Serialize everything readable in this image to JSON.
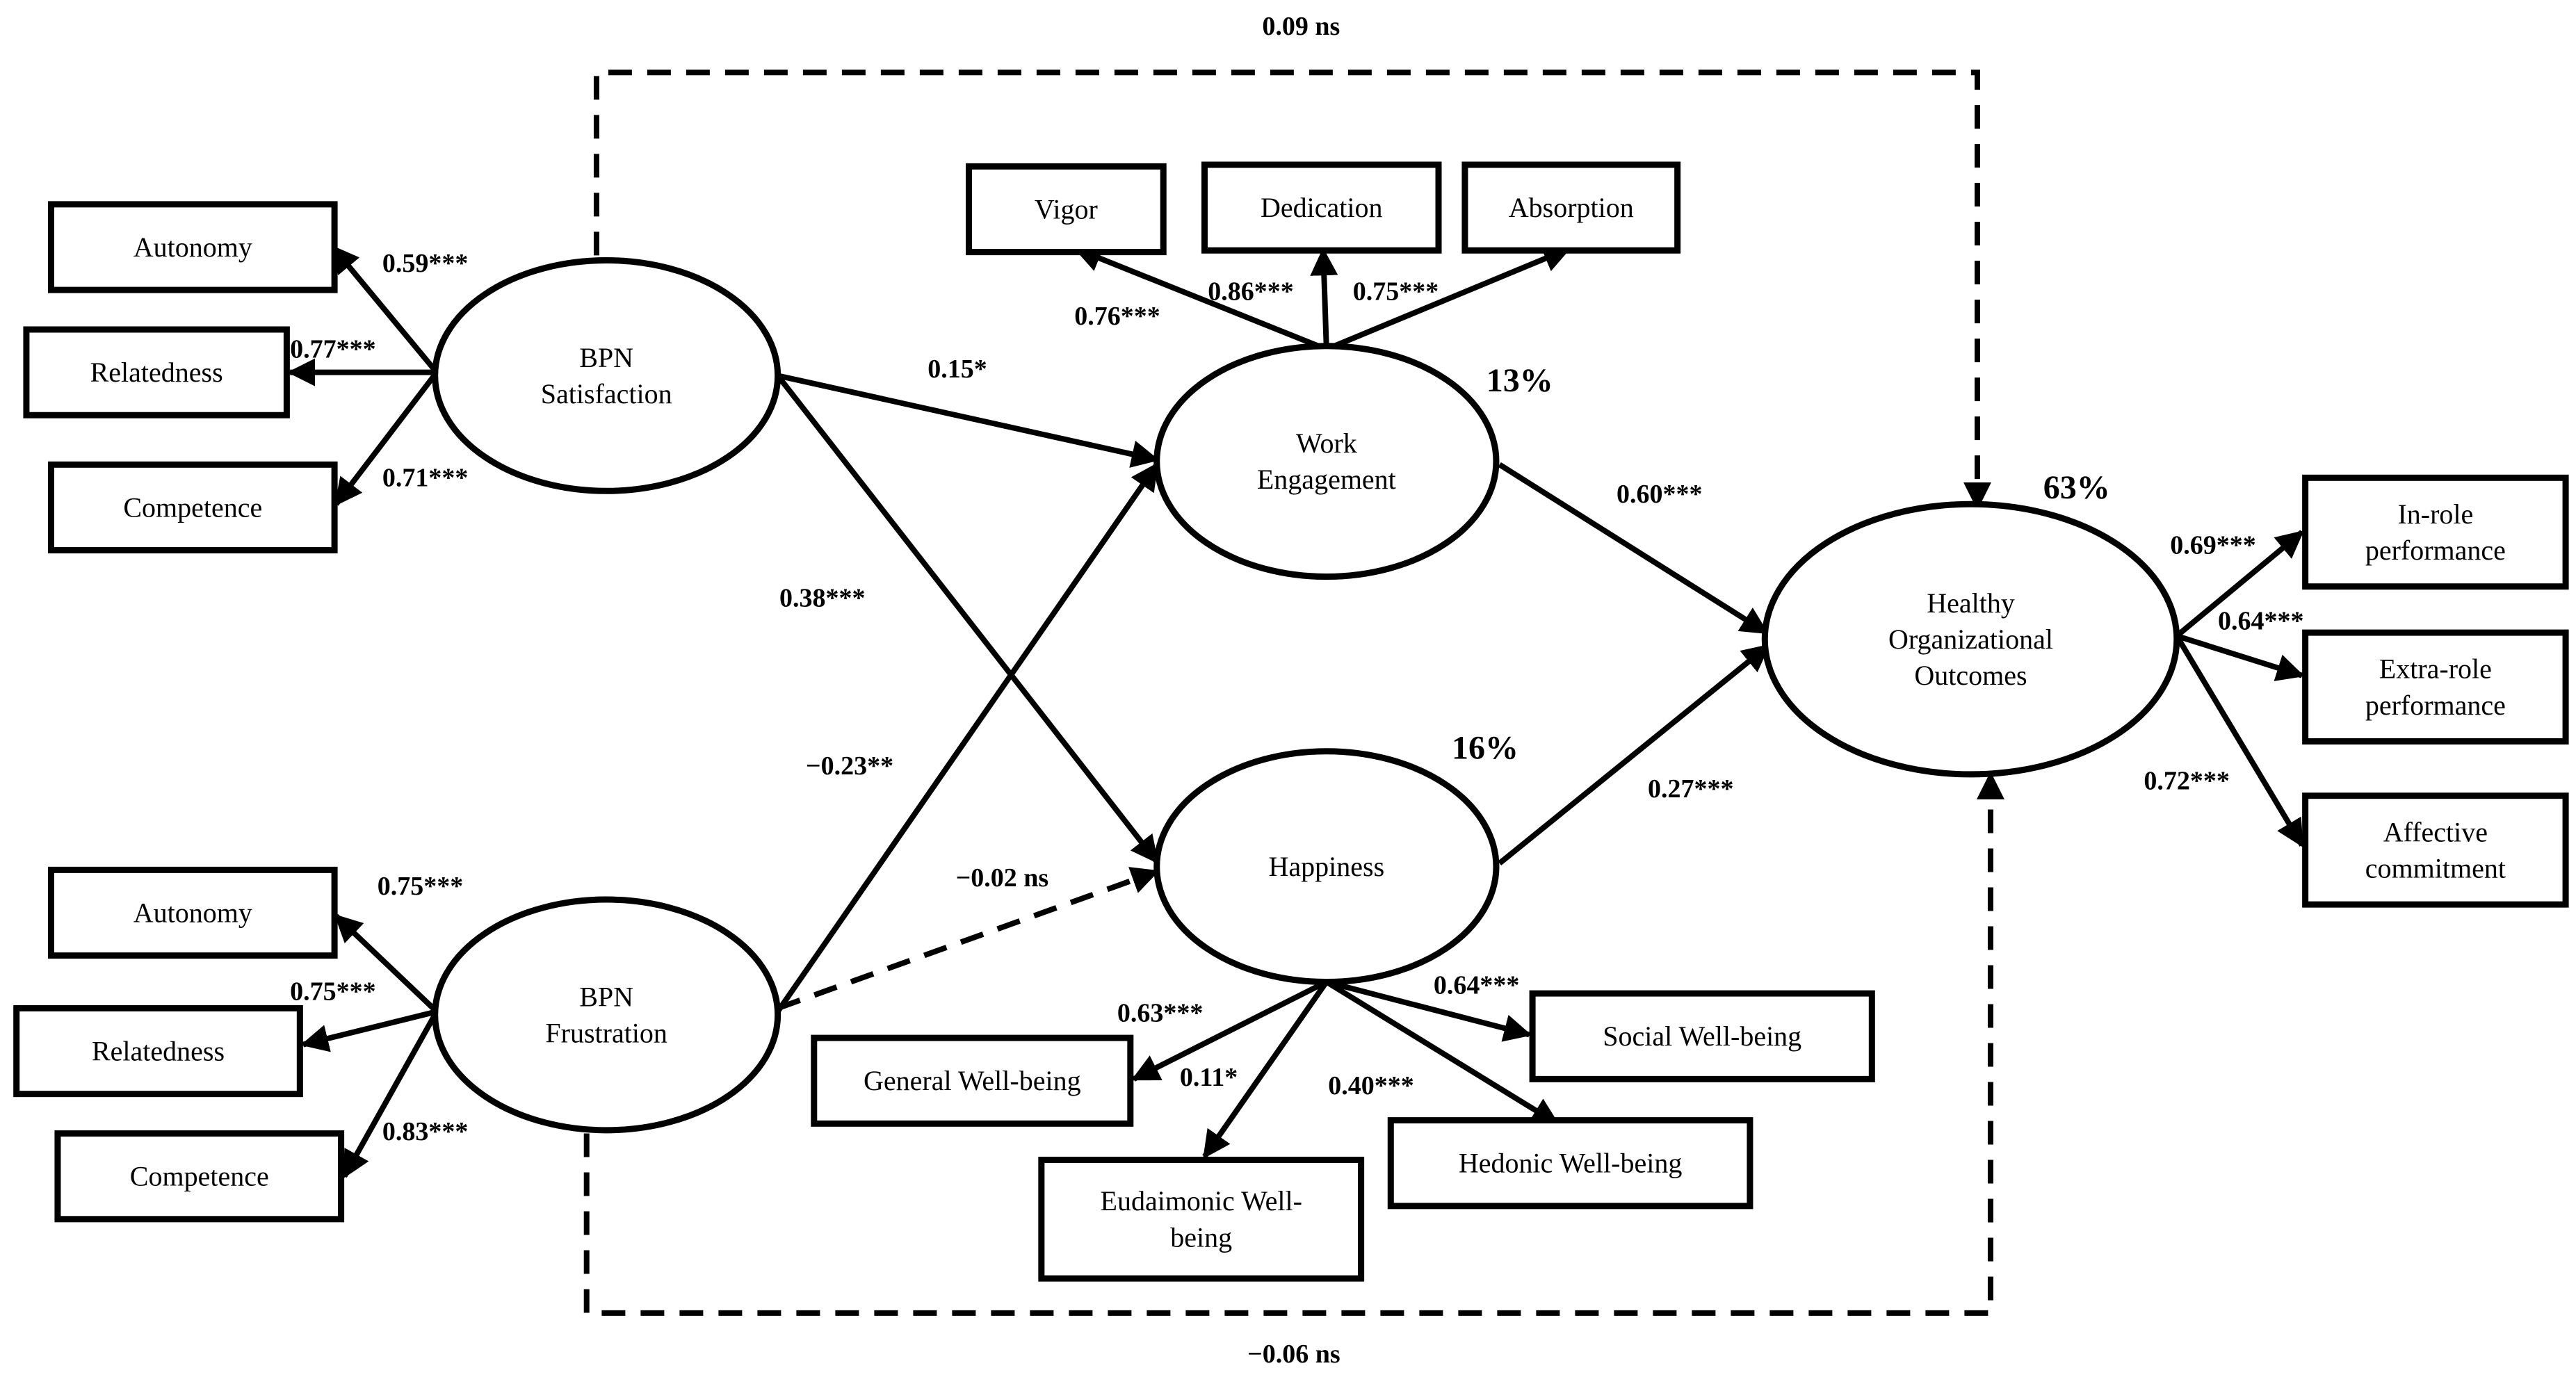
{
  "constructs": {
    "bpn_satisfaction": [
      "BPN",
      "Satisfaction"
    ],
    "bpn_frustration": [
      "BPN",
      "Frustration"
    ],
    "work_engagement": [
      "Work",
      "Engagement"
    ],
    "happiness": [
      "Happiness"
    ],
    "healthy_outcomes": [
      "Healthy",
      "Organizational",
      "Outcomes"
    ]
  },
  "indicators": {
    "sat_autonomy": [
      "Autonomy"
    ],
    "sat_relatedness": [
      "Relatedness"
    ],
    "sat_competence": [
      "Competence"
    ],
    "fru_autonomy": [
      "Autonomy"
    ],
    "fru_relatedness": [
      "Relatedness"
    ],
    "fru_competence": [
      "Competence"
    ],
    "vigor": [
      "Vigor"
    ],
    "dedication": [
      "Dedication"
    ],
    "absorption": [
      "Absorption"
    ],
    "general_wb": [
      "General Well-being"
    ],
    "eudaimonic_wb": [
      "Eudaimonic Well-",
      "being"
    ],
    "hedonic_wb": [
      "Hedonic Well-being"
    ],
    "social_wb": [
      "Social Well-being"
    ],
    "in_role": [
      "In-role",
      "performance"
    ],
    "extra_role": [
      "Extra-role",
      "performance"
    ],
    "affective": [
      "Affective",
      "commitment"
    ]
  },
  "coefficients": {
    "sat_autonomy": "0.59***",
    "sat_relatedness": "0.77***",
    "sat_competence": "0.71***",
    "fru_autonomy": "0.75***",
    "fru_relatedness": "0.75***",
    "fru_competence": "0.83***",
    "vigor": "0.76***",
    "dedication": "0.86***",
    "absorption": "0.75***",
    "general_wb": "0.63***",
    "eudaimonic_wb": "0.11*",
    "hedonic_wb": "0.40***",
    "social_wb": "0.64***",
    "in_role": "0.69***",
    "extra_role": "0.64***",
    "affective": "0.72***",
    "sat_to_engagement": "0.15*",
    "sat_to_happiness": "0.38***",
    "fru_to_engagement": "−0.23**",
    "fru_to_happiness": "−0.02 ns",
    "engagement_to_outcomes": "0.60***",
    "happiness_to_outcomes": "0.27***",
    "sat_to_outcomes": "0.09 ns",
    "fru_to_outcomes": "−0.06 ns"
  },
  "variance_explained": {
    "work_engagement": "13%",
    "happiness": "16%",
    "healthy_outcomes": "63%"
  }
}
